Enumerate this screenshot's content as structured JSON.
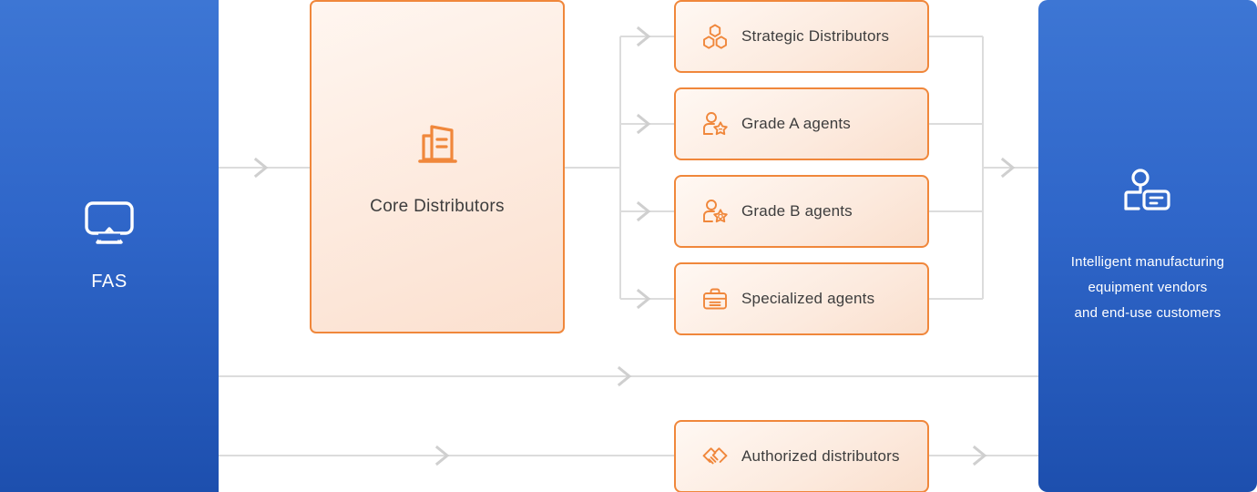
{
  "left_panel": {
    "icon": "airplay-screen-icon",
    "label": "FAS",
    "background_color": "#2f66c9"
  },
  "core": {
    "icon": "office-building-icon",
    "label": "Core Distributors",
    "border_color": "#f0873b",
    "fill_color": "#fceade"
  },
  "channels": [
    {
      "id": "strategic-distributors",
      "label": "Strategic Distributors",
      "icon": "hexagon-cluster-icon"
    },
    {
      "id": "grade-a-agents",
      "label": "Grade A agents",
      "icon": "person-star-badge-icon"
    },
    {
      "id": "grade-b-agents",
      "label": "Grade B agents",
      "icon": "person-b-badge-icon"
    },
    {
      "id": "specialized-agents",
      "label": "Specialized agents",
      "icon": "briefcase-icon"
    }
  ],
  "direct_channel": {
    "id": "authorized-distributors",
    "label": "Authorized distributors",
    "icon": "handshake-icon"
  },
  "right_panel": {
    "icon": "person-id-card-icon",
    "caption_lines": [
      "Intelligent manufacturing",
      "equipment vendors",
      "and end-use customers"
    ],
    "caption": "Intelligent manufacturing equipment vendors and end-use customers",
    "background_color": "#2f66c9"
  },
  "connectors": {
    "color": "#d8d8d8",
    "arrow_color": "#cfcfcf"
  }
}
